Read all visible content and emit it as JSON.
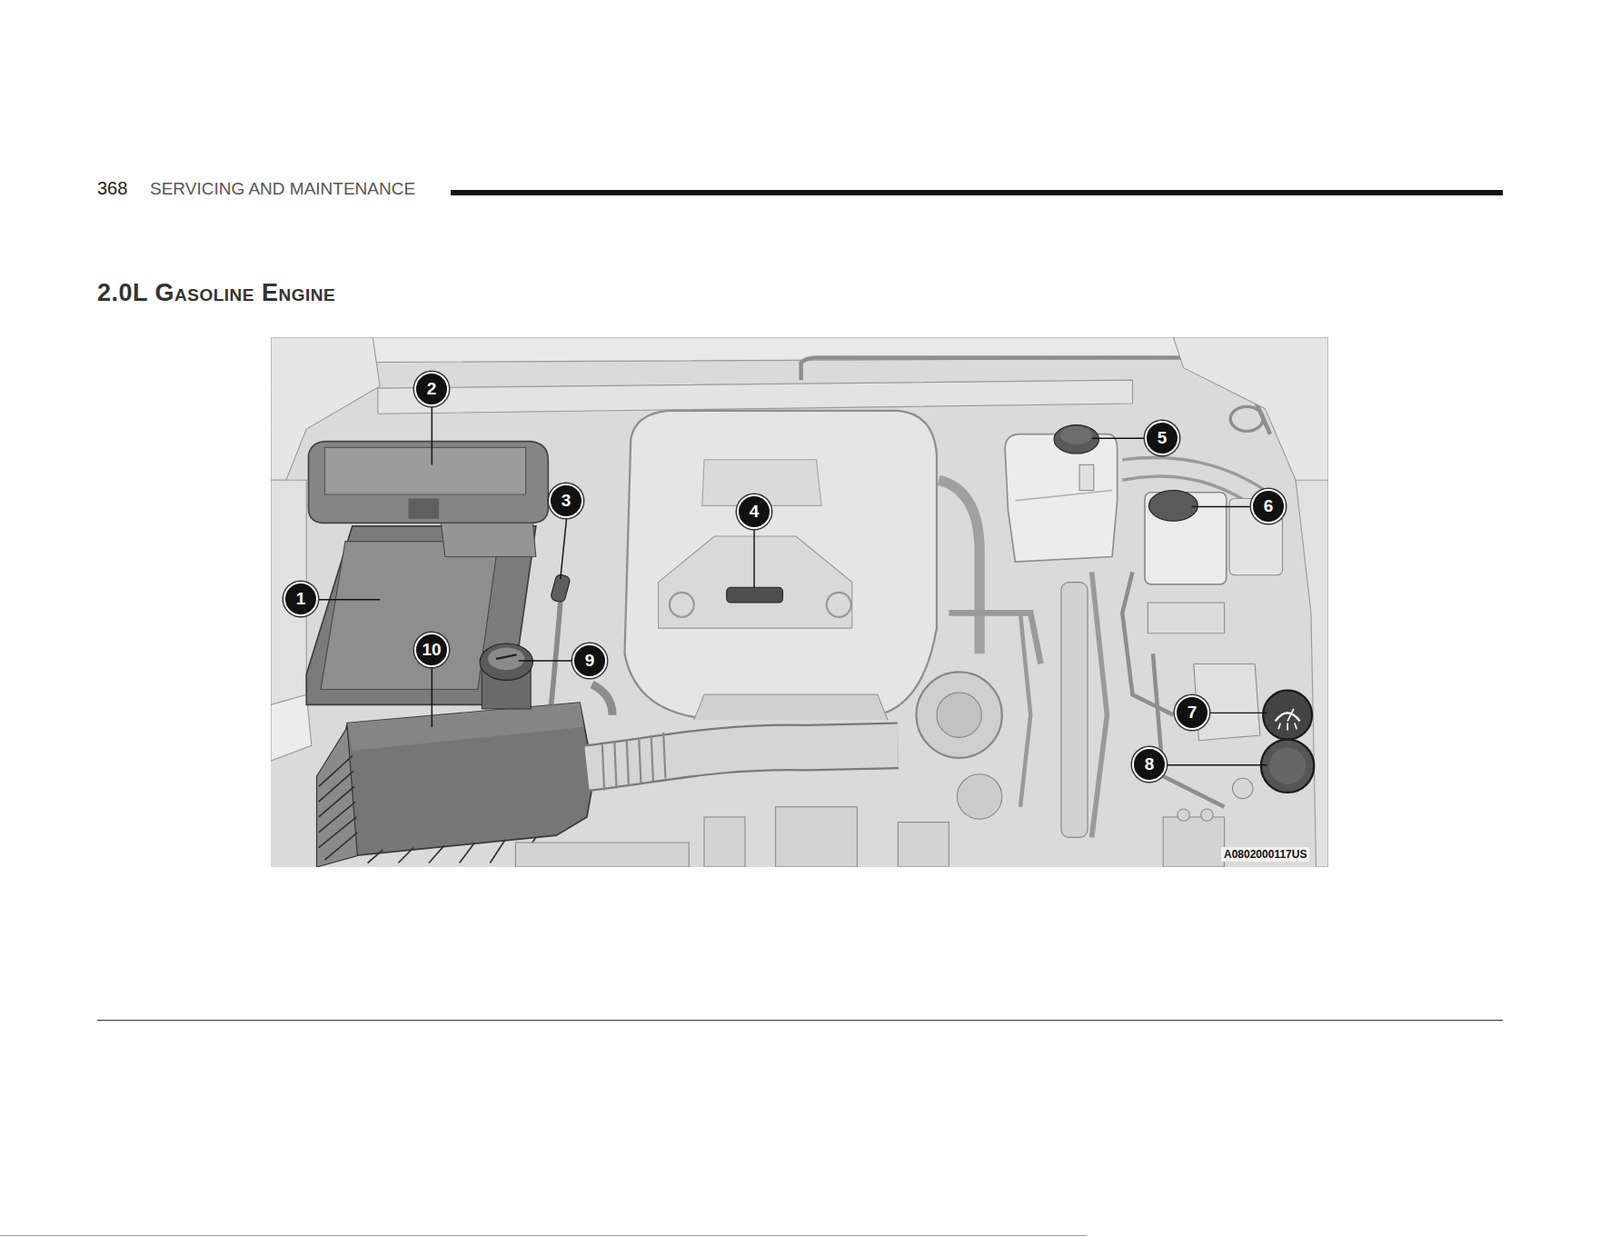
{
  "diagram": {
    "title": "2.0L Gasoline Engine",
    "labels": [
      "368",
      "SERVICING AND MAINTENANCE",
      "1",
      "2",
      "3",
      "4",
      "5",
      "6",
      "7",
      "8",
      "9",
      "10",
      "A0802000117US"
    ]
  }
}
